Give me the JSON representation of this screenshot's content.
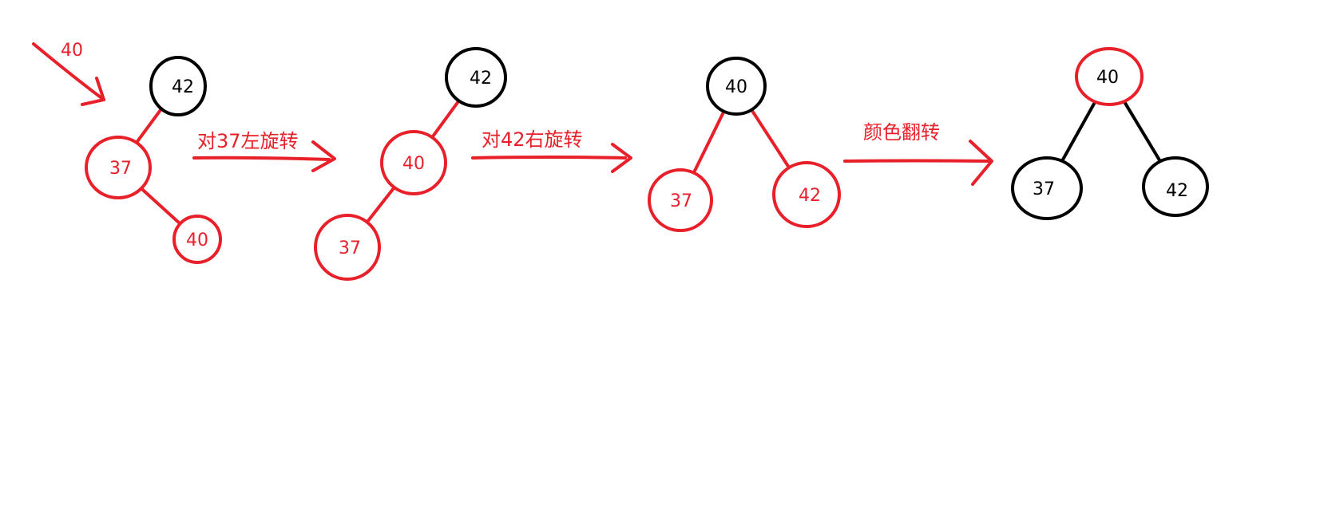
{
  "colors": {
    "red": "#e8202a",
    "black": "#000000",
    "background": "#ffffff"
  },
  "insert_label": "40",
  "steps": [
    {
      "label": "对37左旋转"
    },
    {
      "label": "对42右旋转"
    },
    {
      "label": "颜色翻转"
    }
  ],
  "trees": [
    {
      "name": "initial",
      "nodes": [
        {
          "id": "a42",
          "value": "42",
          "color": "black"
        },
        {
          "id": "a37",
          "value": "37",
          "color": "red"
        },
        {
          "id": "a40",
          "value": "40",
          "color": "red"
        }
      ],
      "edges": [
        {
          "from": "a42",
          "to": "a37",
          "color": "red"
        },
        {
          "from": "a37",
          "to": "a40",
          "color": "red"
        }
      ]
    },
    {
      "name": "after-left-rotate",
      "nodes": [
        {
          "id": "b42",
          "value": "42",
          "color": "black"
        },
        {
          "id": "b40",
          "value": "40",
          "color": "red"
        },
        {
          "id": "b37",
          "value": "37",
          "color": "red"
        }
      ],
      "edges": [
        {
          "from": "b42",
          "to": "b40",
          "color": "red"
        },
        {
          "from": "b40",
          "to": "b37",
          "color": "red"
        }
      ]
    },
    {
      "name": "after-right-rotate",
      "nodes": [
        {
          "id": "c40",
          "value": "40",
          "color": "black"
        },
        {
          "id": "c37",
          "value": "37",
          "color": "red"
        },
        {
          "id": "c42",
          "value": "42",
          "color": "red"
        }
      ],
      "edges": [
        {
          "from": "c40",
          "to": "c37",
          "color": "red"
        },
        {
          "from": "c40",
          "to": "c42",
          "color": "red"
        }
      ]
    },
    {
      "name": "after-color-flip",
      "nodes": [
        {
          "id": "d40",
          "value": "40",
          "color": "red"
        },
        {
          "id": "d37",
          "value": "37",
          "color": "black"
        },
        {
          "id": "d42",
          "value": "42",
          "color": "black"
        }
      ],
      "edges": [
        {
          "from": "d40",
          "to": "d37",
          "color": "black"
        },
        {
          "from": "d40",
          "to": "d42",
          "color": "black"
        }
      ]
    }
  ]
}
